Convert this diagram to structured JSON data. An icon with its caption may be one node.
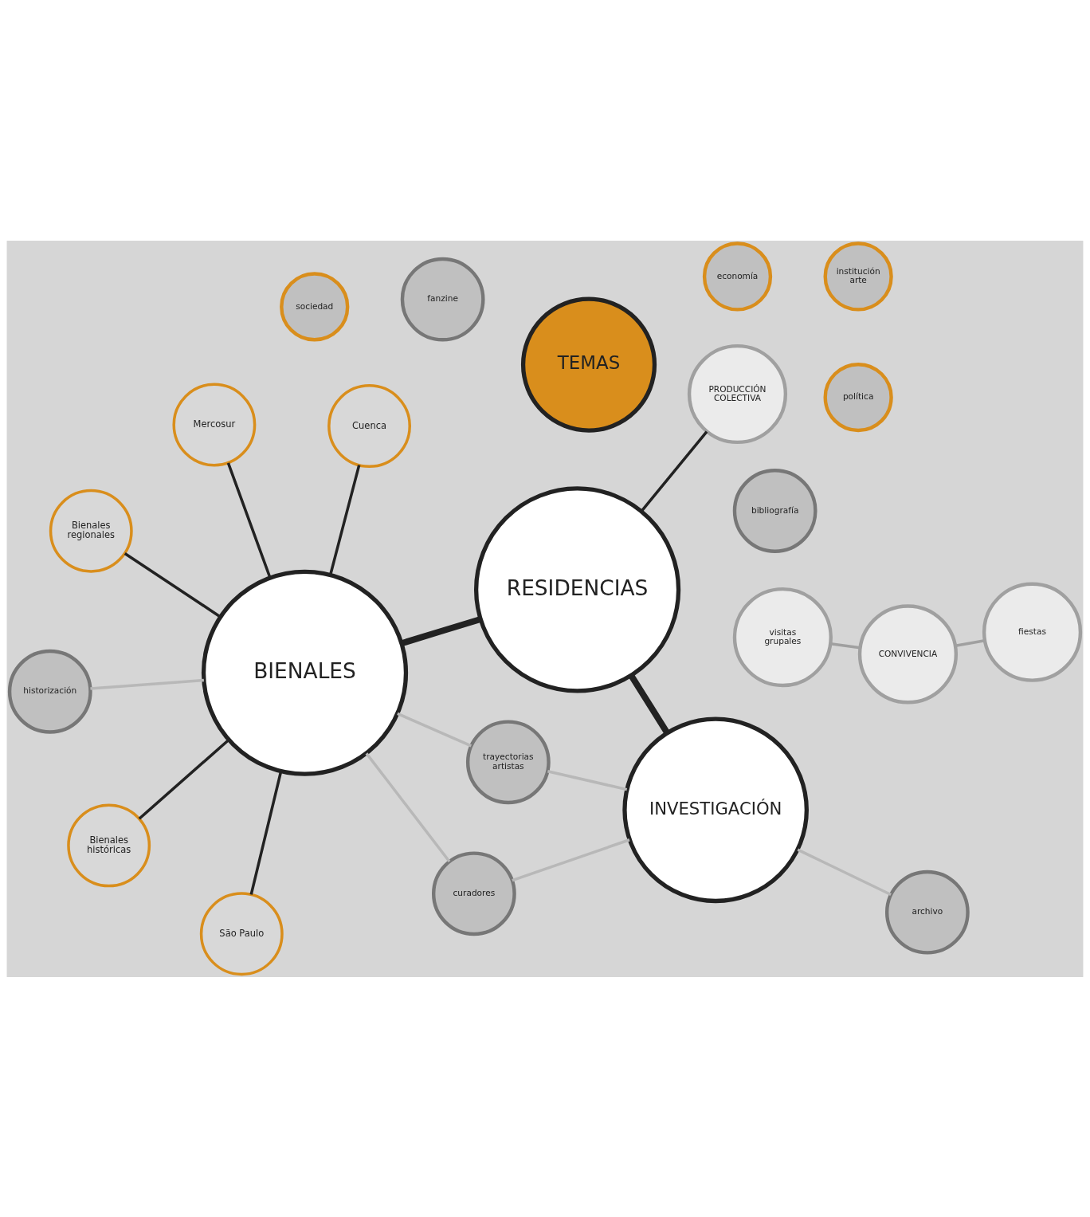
{
  "diagram": {
    "nodes": [
      {
        "text": [
          "RESIDENCIAS"
        ]
      },
      {
        "text": [
          "visitas grupales"
        ]
      },
      {
        "text": [
          "fiestas"
        ]
      },
      {
        "text": [
          "CONVIVENCIA"
        ]
      },
      {
        "text": [
          "PRODUCCIÓN COLECTIVA"
        ]
      },
      {
        "text": [
          "São Paulo"
        ]
      },
      {
        "text": [
          "Mercosur"
        ]
      },
      {
        "text": [
          "Cuenca"
        ]
      },
      {
        "text": [
          "Bienales regionales"
        ]
      },
      {
        "text": [
          "Bienales históricas"
        ]
      },
      {
        "text": [
          "BIENALES"
        ]
      },
      {
        "text": [
          "INVESTIGACIÓN"
        ]
      },
      {
        "text": [
          "trayectorias artistas"
        ]
      },
      {
        "text": [
          "curadores"
        ]
      },
      {
        "text": [
          "historización"
        ]
      },
      {
        "text": [
          "archivo"
        ]
      },
      {
        "text": [
          "bibliografía"
        ]
      },
      {
        "text": [
          "fanzine"
        ]
      },
      {
        "text": [
          "TEMAS"
        ]
      },
      {
        "text": [
          "sociedad"
        ]
      },
      {
        "text": [
          "política"
        ]
      },
      {
        "text": [
          "institución arte"
        ]
      },
      {
        "text": [
          "economía"
        ]
      }
    ],
    "edges": [
      {
        "from": 1,
        "to": 3,
        "arrow": "none",
        "color": "#a0a0a0"
      },
      {
        "from": 2,
        "to": 3,
        "arrow": "none",
        "color": "#a0a0a0"
      },
      {
        "from": 4,
        "to": 0,
        "arrow": "none"
      },
      {
        "from": 0,
        "to": 11,
        "arrow": "none",
        "style": "thick"
      },
      {
        "from": 0,
        "to": 10,
        "arrow": "none",
        "style": "thick"
      },
      {
        "from": 5,
        "to": 10,
        "arrow": "none"
      },
      {
        "from": 6,
        "to": 10,
        "arrow": "none"
      },
      {
        "from": 7,
        "to": 10,
        "arrow": "none"
      },
      {
        "from": 8,
        "to": 10,
        "arrow": "none"
      },
      {
        "from": 9,
        "to": 10,
        "arrow": "none"
      },
      {
        "from": 12,
        "to": 11,
        "arrow": "none",
        "color": "#b8b8b8"
      },
      {
        "from": 12,
        "to": 10,
        "arrow": "none",
        "color": "#b8b8b8"
      },
      {
        "from": 13,
        "to": 11,
        "arrow": "none",
        "color": "#b8b8b8"
      },
      {
        "from": 13,
        "to": 10,
        "arrow": "none",
        "color": "#b8b8b8"
      },
      {
        "from": 11,
        "to": 15,
        "arrow": "none",
        "color": "#b8b8b8"
      },
      {
        "from": 14,
        "to": 10,
        "arrow": "none",
        "color": "#b8b8b8"
      }
    ]
  }
}
